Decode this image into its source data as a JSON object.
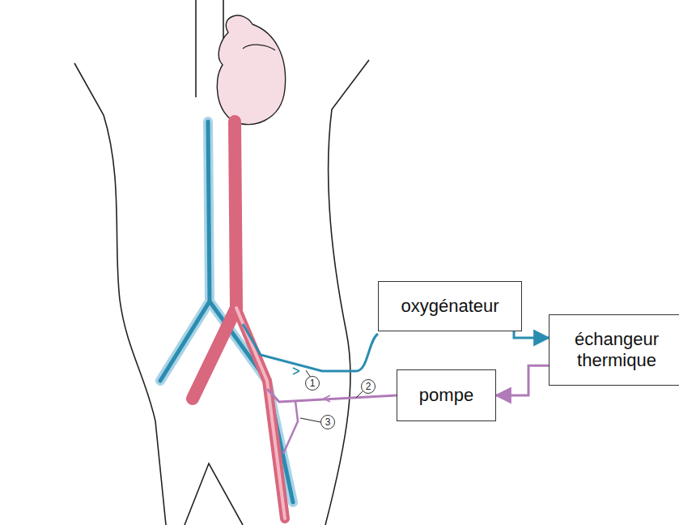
{
  "diagram": {
    "nodes": [
      {
        "text": [
          "oxygénateur"
        ]
      },
      {
        "text": [
          "échangeur thermique"
        ]
      },
      {
        "text": [
          "pompe"
        ]
      }
    ],
    "edges": [
      {
        "from": 0,
        "to": 1,
        "arrow": "to"
      },
      {
        "from": 1,
        "to": 2,
        "arrow": "to"
      }
    ],
    "labels": [
      "1",
      "2",
      "3"
    ]
  }
}
